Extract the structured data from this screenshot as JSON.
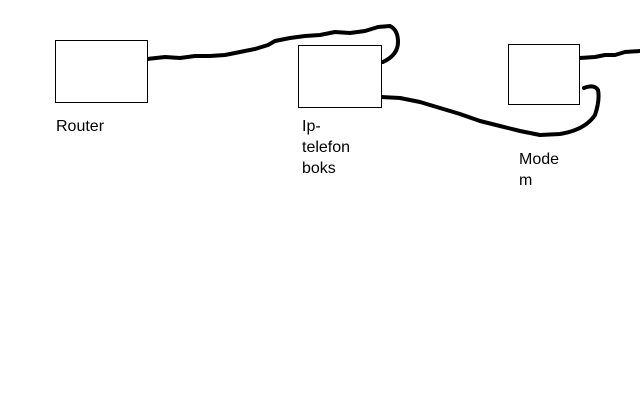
{
  "nodes": {
    "router": {
      "label": "Router"
    },
    "ip_phone_box": {
      "label_lines": [
        "Ip-",
        "telefon",
        "boks"
      ]
    },
    "modem": {
      "label_lines": [
        "Mode",
        "m"
      ]
    }
  }
}
